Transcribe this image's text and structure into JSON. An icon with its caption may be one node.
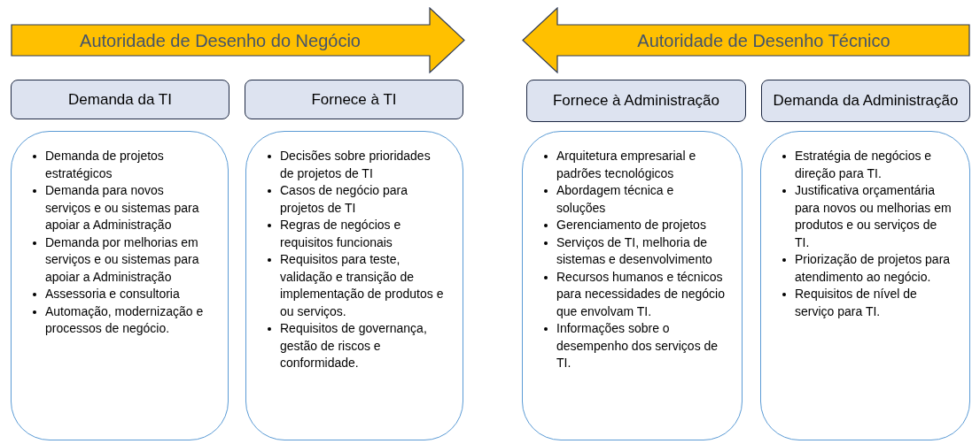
{
  "diagram": {
    "nodes": [
      {
        "text": [
          "Autoridade de Desenho do Negócio"
        ]
      },
      {
        "text": [
          "Autoridade de Desenho Técnico"
        ]
      },
      {
        "text": [
          "Demanda da TI"
        ]
      },
      {
        "text": [
          "Fornece à TI"
        ]
      },
      {
        "text": [
          "Fornece à Administração"
        ]
      },
      {
        "text": [
          "Demanda da Administração"
        ]
      },
      {
        "text": [
          "Demanda de projetos estratégicos",
          "Demanda para novos serviços e ou sistemas para apoiar a Administração",
          "Demanda por melhorias em serviços e ou sistemas para apoiar a Administração",
          "Assessoria e consultoria",
          "Automação, modernização e processos de negócio."
        ]
      },
      {
        "text": [
          "Decisões sobre prioridades de projetos de TI",
          "Casos de negócio para projetos de TI",
          "Regras de negócios e requisitos funcionais",
          "Requisitos para teste, validação e transição de implementação de produtos e ou serviços.",
          "Requisitos de governança, gestão de riscos e conformidade."
        ]
      },
      {
        "text": [
          "Arquitetura empresarial e padrões tecnológicos",
          "Abordagem técnica e soluções",
          "Gerenciamento de projetos",
          "Serviços de TI, melhoria de sistemas e desenvolvimento",
          "Recursos humanos e técnicos para necessidades de negócio que envolvam TI.",
          "Informações sobre o desempenho dos serviços de TI."
        ]
      },
      {
        "text": [
          "Estratégia de negócios e direção para TI.",
          "Justificativa orçamentária para novos ou melhorias em produtos e ou serviços de TI.",
          "Priorização de projetos para atendimento ao negócio.",
          "Requisitos de nível de serviço para TI."
        ]
      }
    ]
  }
}
